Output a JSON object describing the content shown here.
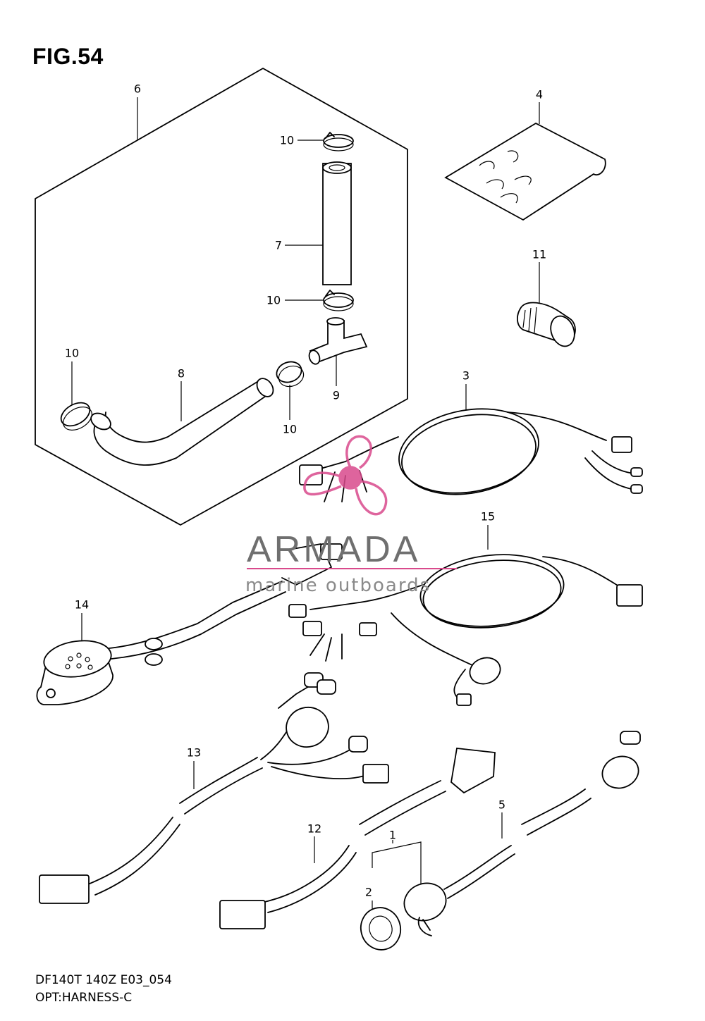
{
  "figure": {
    "title": "FIG.54",
    "model_code": "DF140T 140Z E03_054",
    "section": "OPT:HARNESS-C"
  },
  "watermark": {
    "brand": "ARMADA",
    "tagline": "marine outboards",
    "accent_color": "#d94a8c"
  },
  "callouts": [
    {
      "id": "c6",
      "text": "6"
    },
    {
      "id": "c10a",
      "text": "10"
    },
    {
      "id": "c7",
      "text": "7"
    },
    {
      "id": "c10b",
      "text": "10"
    },
    {
      "id": "c10c",
      "text": "10"
    },
    {
      "id": "c8",
      "text": "8"
    },
    {
      "id": "c9",
      "text": "9"
    },
    {
      "id": "c10d",
      "text": "10"
    },
    {
      "id": "c4",
      "text": "4"
    },
    {
      "id": "c11",
      "text": "11"
    },
    {
      "id": "c3",
      "text": "3"
    },
    {
      "id": "c15",
      "text": "15"
    },
    {
      "id": "c14",
      "text": "14"
    },
    {
      "id": "c13",
      "text": "13"
    },
    {
      "id": "c12",
      "text": "12"
    },
    {
      "id": "c1",
      "text": "1"
    },
    {
      "id": "c2",
      "text": "2"
    },
    {
      "id": "c5",
      "text": "5"
    }
  ]
}
